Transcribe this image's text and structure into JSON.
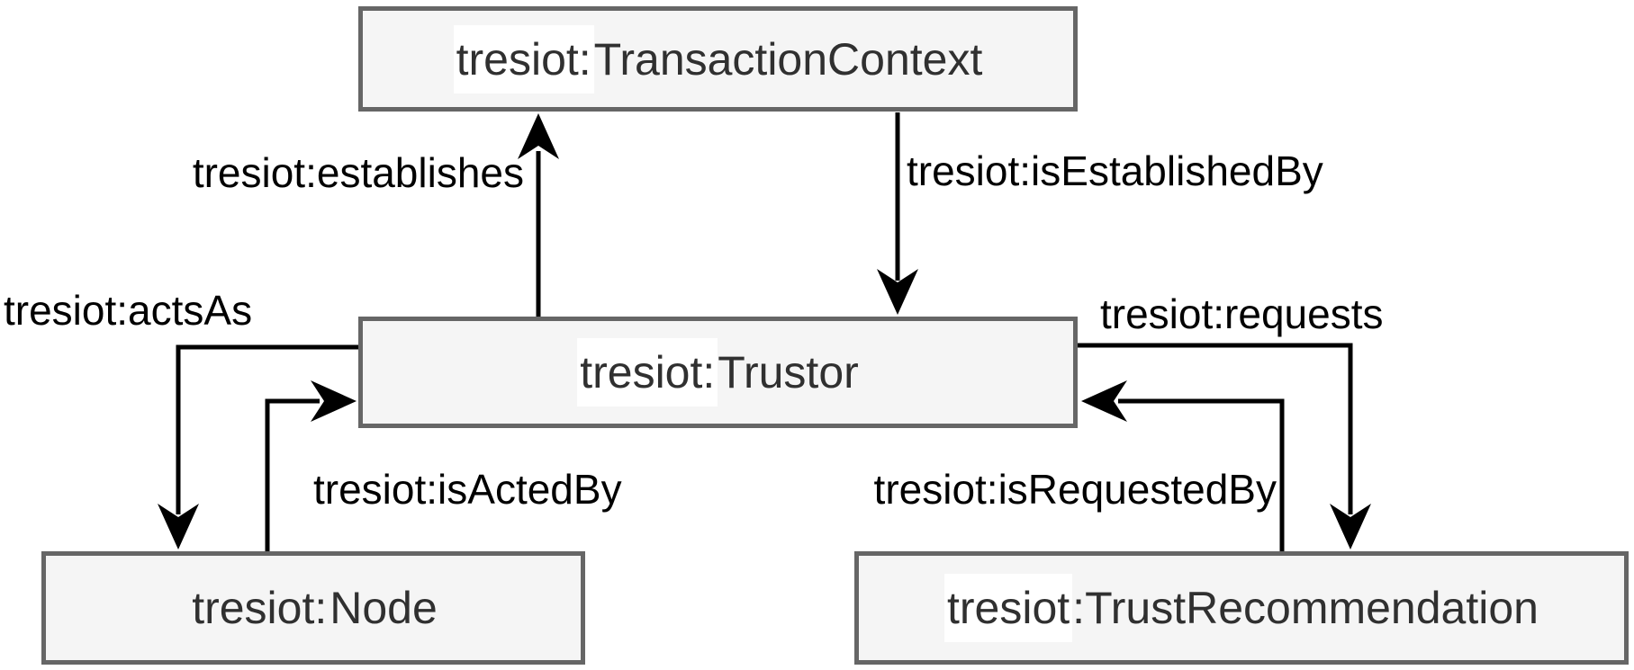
{
  "diagram": {
    "type": "ontology-graph",
    "nodes": {
      "transaction_context": {
        "prefix": "tresiot:",
        "name": "TransactionContext",
        "prefix_highlighted": true
      },
      "trustor": {
        "prefix": "tresiot:",
        "name": "Trustor",
        "prefix_highlighted": true
      },
      "node": {
        "prefix": "tresiot:",
        "name": "Node",
        "prefix_highlighted": false
      },
      "trust_recommendation": {
        "prefix": "tresiot",
        "name": ":TrustRecommendation",
        "prefix_highlighted": true
      }
    },
    "edges": {
      "establishes": {
        "label": "tresiot:establishes",
        "from": "trustor",
        "to": "transaction_context",
        "direction": "up"
      },
      "is_established_by": {
        "label": "tresiot:isEstablishedBy",
        "from": "transaction_context",
        "to": "trustor",
        "direction": "down"
      },
      "acts_as": {
        "label": "tresiot:actsAs",
        "from": "trustor",
        "to": "node",
        "direction": "down"
      },
      "is_acted_by": {
        "label": "tresiot:isActedBy",
        "from": "node",
        "to": "trustor",
        "direction": "right"
      },
      "requests": {
        "label": "tresiot:requests",
        "from": "trustor",
        "to": "trust_recommendation",
        "direction": "down"
      },
      "is_requested_by": {
        "label": "tresiot:isRequestedBy",
        "from": "trust_recommendation",
        "to": "trustor",
        "direction": "left"
      }
    },
    "colors": {
      "canvas_bg": "#ffffff",
      "node_fill": "#f5f5f5",
      "node_border": "#666666",
      "node_text": "#303030",
      "edge": "#000000",
      "prefix_highlight_bg": "#ffffff"
    }
  }
}
